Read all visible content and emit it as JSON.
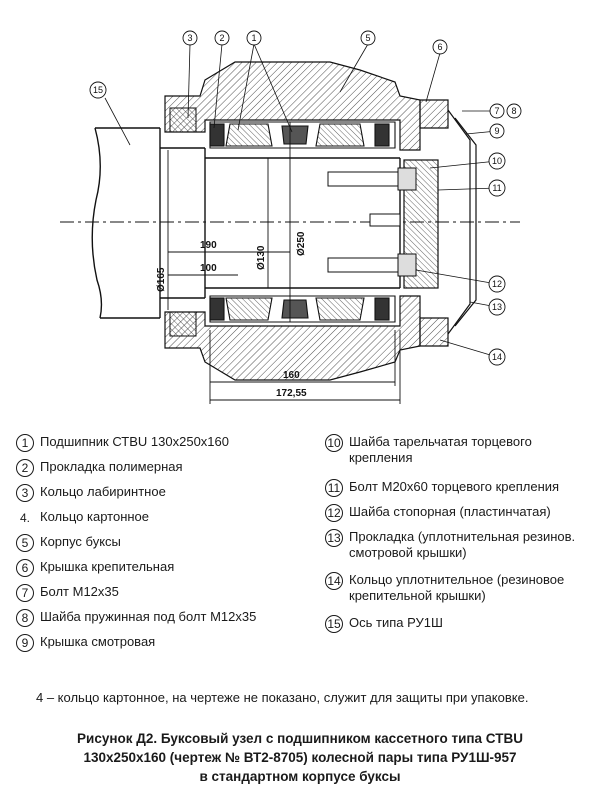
{
  "drawing": {
    "callouts": [
      "1",
      "2",
      "3",
      "5",
      "6",
      "7",
      "8",
      "9",
      "10",
      "11",
      "12",
      "13",
      "14",
      "15"
    ],
    "dims": {
      "d190": "190",
      "d100": "100",
      "d165": "Ø165",
      "d130": "Ø130",
      "d250": "Ø250",
      "d160": "160",
      "d17255": "172,55"
    }
  },
  "legend_left": [
    {
      "n": "1",
      "circled": true,
      "text": "Подшипник СТВU 130x250x160"
    },
    {
      "n": "2",
      "circled": true,
      "text": "Прокладка полимерная"
    },
    {
      "n": "3",
      "circled": true,
      "text": "Кольцо лабиринтное"
    },
    {
      "n": "4.",
      "circled": false,
      "text": "Кольцо картонное"
    },
    {
      "n": "5",
      "circled": true,
      "text": "Корпус буксы"
    },
    {
      "n": "6",
      "circled": true,
      "text": "Крышка крепительная"
    },
    {
      "n": "7",
      "circled": true,
      "text": "Болт М12х35"
    },
    {
      "n": "8",
      "circled": true,
      "text": "Шайба пружинная под болт М12х35"
    },
    {
      "n": "9",
      "circled": true,
      "text": "Крышка смотровая"
    }
  ],
  "legend_right": [
    {
      "n": "10",
      "circled": true,
      "line1": "Шайба тарельчатая торцевого",
      "line2": "крепления"
    },
    {
      "n": "11",
      "circled": true,
      "line1": "Болт М20х60 торцевого крепления",
      "line2": ""
    },
    {
      "n": "12",
      "circled": true,
      "line1": "Шайба стопорная (пластинчатая)",
      "line2": ""
    },
    {
      "n": "13",
      "circled": true,
      "line1": "Прокладка (уплотнительная резинов.",
      "line2": "смотровой крышки)"
    },
    {
      "n": "14",
      "circled": true,
      "line1": "Кольцо уплотнительное (резиновое",
      "line2": "крепительной крышки)"
    },
    {
      "n": "15",
      "circled": true,
      "line1": "Ось типа РУ1Ш",
      "line2": ""
    }
  ],
  "note": "4 – кольцо картонное, на чертеже не показано, служит для защиты при упаковке.",
  "caption": {
    "line1": "Рисунок Д2. Буксовый узел с подшипником кассетного типа СТВU",
    "line2": "130х250х160 (чертеж № ВТ2-8705) колесной пары типа РУ1Ш-957",
    "line3": "в стандартном корпусе буксы"
  }
}
